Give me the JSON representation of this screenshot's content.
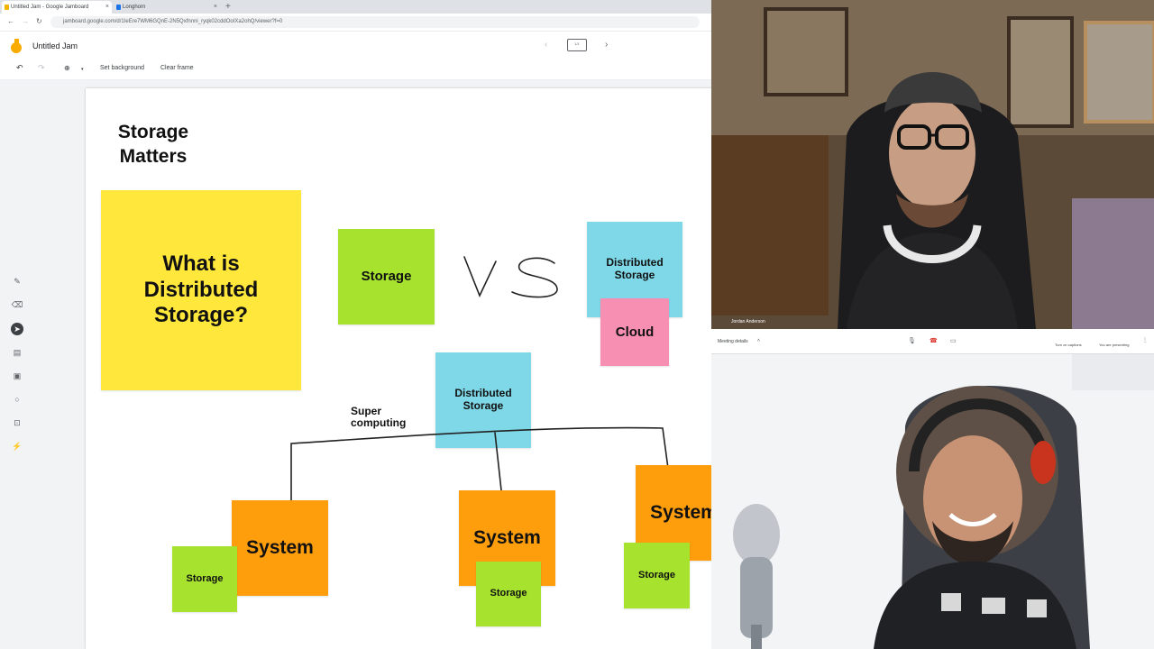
{
  "browser": {
    "tabs": [
      {
        "label": "Untitled Jam - Google Jamboard",
        "active": true
      },
      {
        "label": "Longhorn",
        "active": false
      }
    ],
    "new_tab": "+",
    "close": "×",
    "url": "jamboard.google.com/d/1IeEre7WM6GQnE-2N5Qxfnnni_ryqk02cddOoIXa2ohQ/viewer?f=0"
  },
  "app": {
    "title": "Untitled Jam",
    "toolbar": {
      "set_background": "Set background",
      "clear_frame": "Clear frame"
    },
    "frame_thumb": "1/1"
  },
  "board": {
    "heading": "Storage\nMatters",
    "notes": {
      "question": "What is Distributed Storage?",
      "storage_top": "Storage",
      "vs": "VS",
      "distributed_top": "Distributed Storage",
      "cloud": "Cloud",
      "distributed_center": "Distributed Storage",
      "super_computing": "Super\ncomputing",
      "system_left": "System",
      "storage_left": "Storage",
      "system_mid": "System",
      "storage_mid": "Storage",
      "system_right": "System",
      "storage_right": "Storage"
    }
  },
  "meet": {
    "participant_name": "Jordan Anderson",
    "meeting_details": "Meeting details",
    "turn_on_captions": "Turn on captions",
    "you_are_presenting": "You are presenting"
  },
  "colors": {
    "yellow_note": "#ffe83b",
    "green_note": "#a6e22e",
    "blue_note": "#7fd8e8",
    "pink_note": "#f78fb3",
    "orange_note": "#ff9e0d"
  }
}
